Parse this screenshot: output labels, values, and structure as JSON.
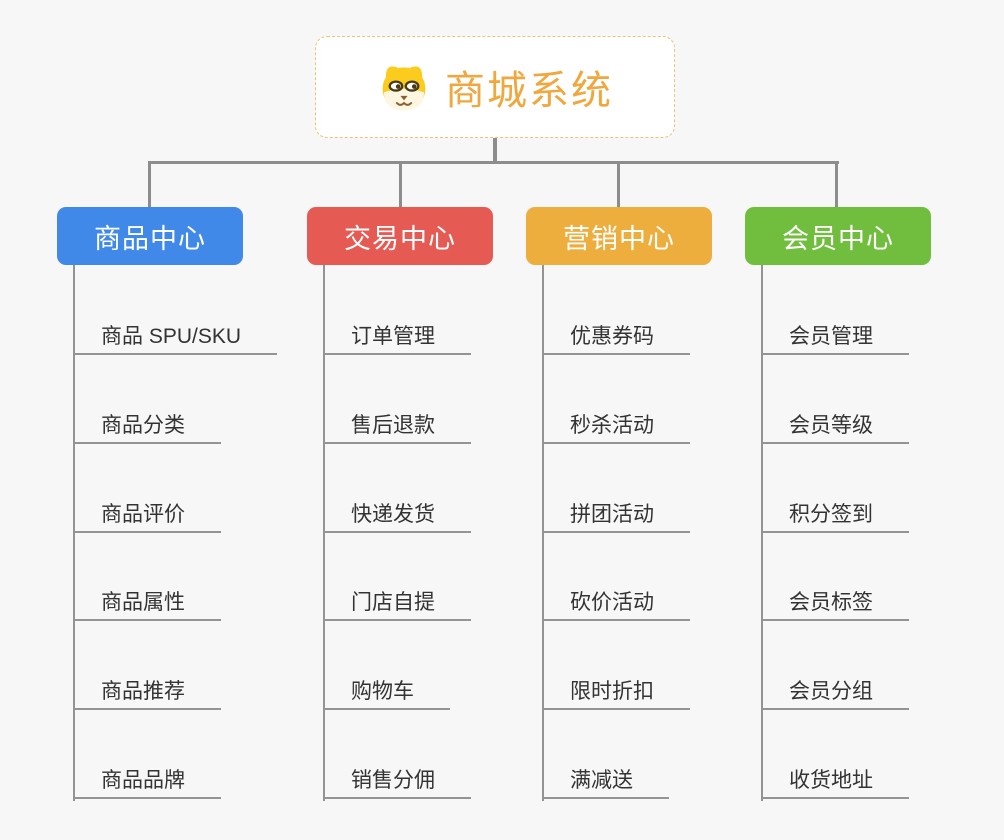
{
  "root": {
    "label": "商城系统",
    "icon": "dog-face-icon",
    "text_color": "#EFA73E",
    "border_color": "#F0C173",
    "background": "#FFFFFF"
  },
  "branches": [
    {
      "label": "商品中心",
      "color": "#4189E8",
      "children": [
        "商品 SPU/SKU",
        "商品分类",
        "商品评价",
        "商品属性",
        "商品推荐",
        "商品品牌"
      ]
    },
    {
      "label": "交易中心",
      "color": "#E55B54",
      "children": [
        "订单管理",
        "售后退款",
        "快递发货",
        "门店自提",
        "购物车",
        "销售分佣"
      ]
    },
    {
      "label": "营销中心",
      "color": "#EDAE3E",
      "children": [
        "优惠券码",
        "秒杀活动",
        "拼团活动",
        "砍价活动",
        "限时折扣",
        "满减送"
      ]
    },
    {
      "label": "会员中心",
      "color": "#71BE3E",
      "children": [
        "会员管理",
        "会员等级",
        "积分签到",
        "会员标签",
        "会员分组",
        "收货地址"
      ]
    }
  ],
  "palette": {
    "canvas_background": "#F7F7F7",
    "connector_color": "#8D8D8D",
    "leaf_line_color": "#949494",
    "leaf_text_color": "#333333"
  }
}
